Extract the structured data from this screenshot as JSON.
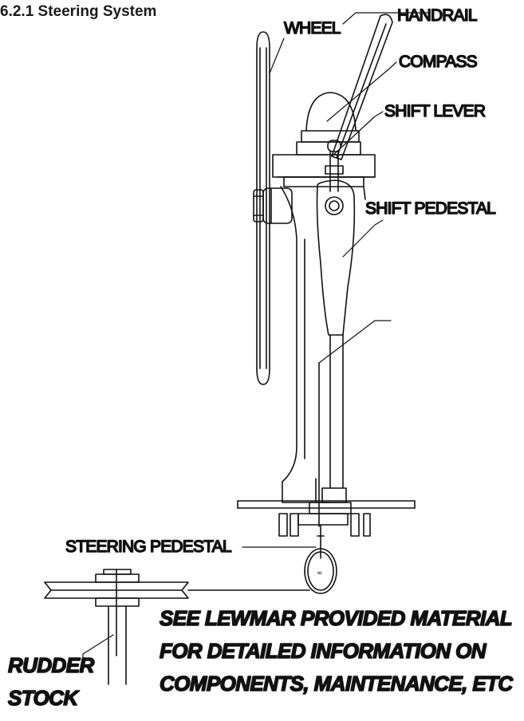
{
  "section_title": "6.2.1  Steering System",
  "labels": {
    "wheel": "WHEEL",
    "handrail": "HANDRAIL",
    "compass": "COMPASS",
    "shift_lever": "SHIFT LEVER",
    "shift_pedestal": "SHIFT PEDESTAL",
    "steering_pedestal": "STEERING PEDESTAL",
    "rudder_stock_line1": "RUDDER",
    "rudder_stock_line2": "STOCK"
  },
  "note": {
    "line1": "SEE LEWMAR PROVIDED MATERIAL",
    "line2": "FOR DETAILED INFORMATION ON",
    "line3": "COMPONENTS, MAINTENANCE, ETC"
  }
}
